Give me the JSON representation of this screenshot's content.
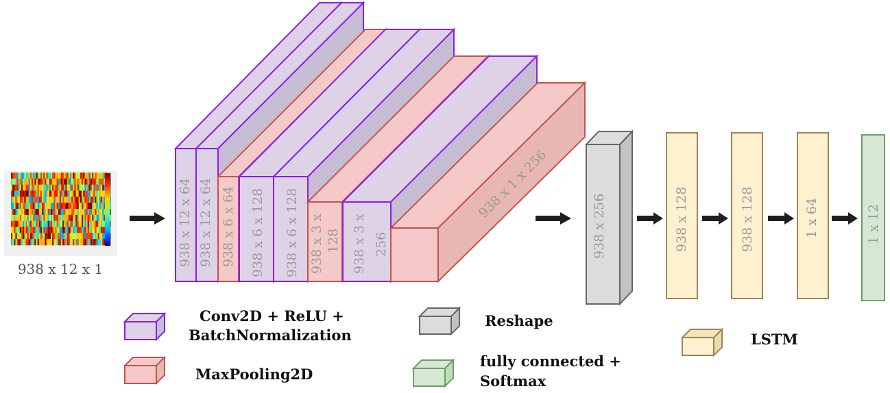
{
  "input": {
    "label": "938 x 12 x 1"
  },
  "conv_blocks": [
    {
      "label": "938 x 12 x 64",
      "type": "conv"
    },
    {
      "label": "938 x 12 x 64",
      "type": "conv"
    },
    {
      "label": "938 x 6 x 64",
      "type": "pool"
    },
    {
      "label": "938 x 6 x 128",
      "type": "conv"
    },
    {
      "label": "938 x 6 x 128",
      "type": "conv"
    },
    {
      "label": "938 x 3 x",
      "label2": "128",
      "type": "pool"
    },
    {
      "label": "938 x 3 x",
      "label2": "256",
      "type": "conv"
    },
    {
      "label": "938 x 1 x 256",
      "type": "pool"
    }
  ],
  "reshape_block": {
    "label": "938 x 256"
  },
  "lstm_blocks": [
    {
      "label": "938 x 128"
    },
    {
      "label": "938 x 128"
    },
    {
      "label": "1 x 64"
    }
  ],
  "output_block": {
    "label": "1 x 12"
  },
  "legend": {
    "conv_line1": "Conv2D + ReLU +",
    "conv_line2": "BatchNormalization",
    "pool": "MaxPooling2D",
    "reshape": "Reshape",
    "fc_line1": "fully connected +",
    "fc_line2": "Softmax",
    "lstm": "LSTM"
  },
  "colors": {
    "conv_fill": "#ded3e6",
    "conv_side": "#c7bdd3",
    "conv_stroke": "#8b1cf0",
    "pool_fill": "#f4c9c7",
    "pool_side": "#e8b6b3",
    "pool_stroke": "#c2534f",
    "reshape_fill": "#dcdcdc",
    "reshape_side": "#c3c3c3",
    "reshape_stroke": "#666666",
    "lstm_fill": "#fdf1cf",
    "lstm_stroke": "#9a8656",
    "fc_fill": "#d6e8d4",
    "fc_stroke": "#6e9e6a",
    "arrow": "#1e1e1e"
  }
}
